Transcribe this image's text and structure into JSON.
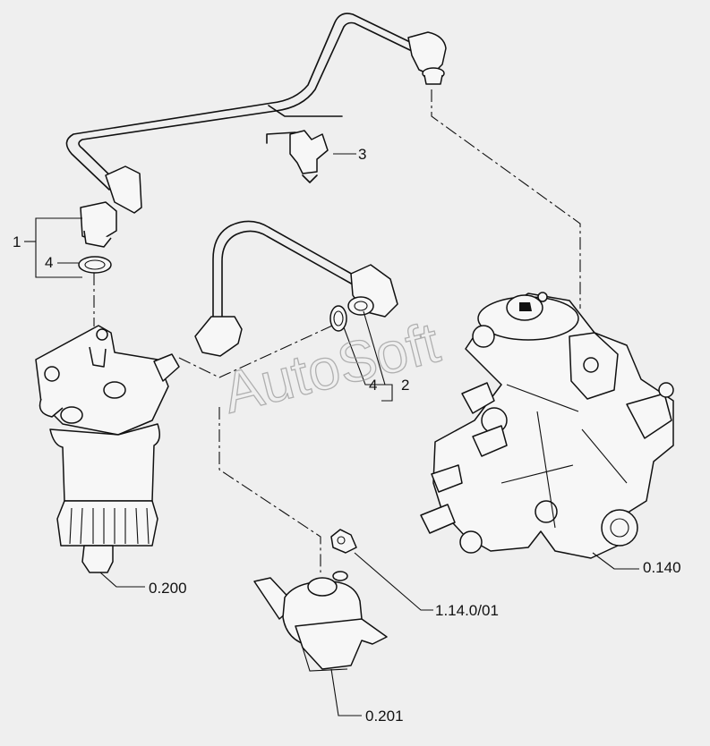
{
  "watermark": "AutoSoft",
  "callouts": {
    "c1": "1",
    "c2": "2",
    "c3": "3",
    "c4a": "4",
    "c4b": "4",
    "c0200": "0.200",
    "c0201": "0.201",
    "c0140": "0.140",
    "c11401": "1.14.0/01"
  }
}
